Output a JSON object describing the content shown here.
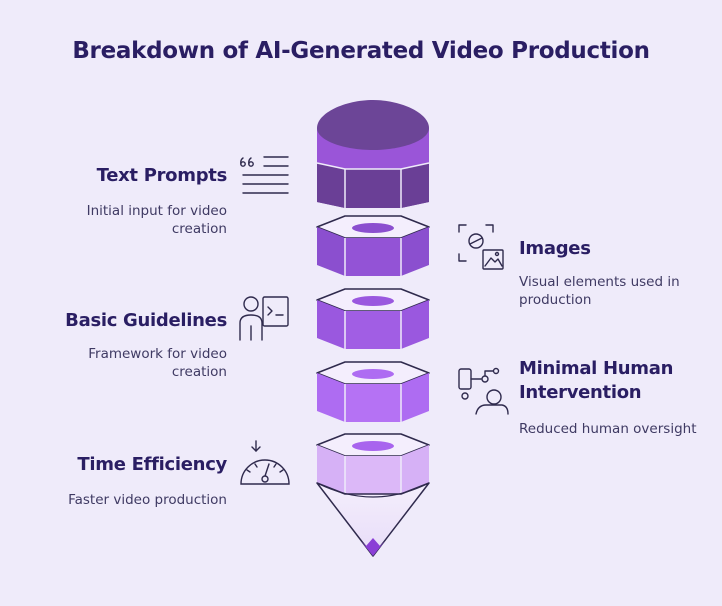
{
  "title": "Breakdown of AI-Generated Video Production",
  "left_items": [
    {
      "title": "Text Prompts",
      "desc_line1": "Initial input for video",
      "desc_line2": "creation",
      "icon": "quote-text-icon"
    },
    {
      "title": "Basic Guidelines",
      "desc_line1": "Framework for video",
      "desc_line2": "creation",
      "icon": "person-terminal-icon"
    },
    {
      "title": "Time Efficiency",
      "desc_line1": "Faster video production",
      "icon": "speedometer-icon"
    }
  ],
  "right_items": [
    {
      "title": "Images",
      "desc_line1": "Visual elements used in",
      "desc_line2": "production",
      "icon": "image-scan-icon"
    },
    {
      "title_line1": "Minimal Human",
      "title_line2": "Intervention",
      "desc_line1": "Reduced human oversight",
      "icon": "robot-arm-person-icon"
    }
  ],
  "colors": {
    "background": "#efebfa",
    "title_text": "#2a1e63",
    "segment_1": "#6c4597",
    "segment_2": "#8b4fcf",
    "segment_3": "#9a58df",
    "segment_4": "#ae6cf2",
    "segment_5": "#d6b1f6",
    "outline": "#2f2a4d"
  }
}
